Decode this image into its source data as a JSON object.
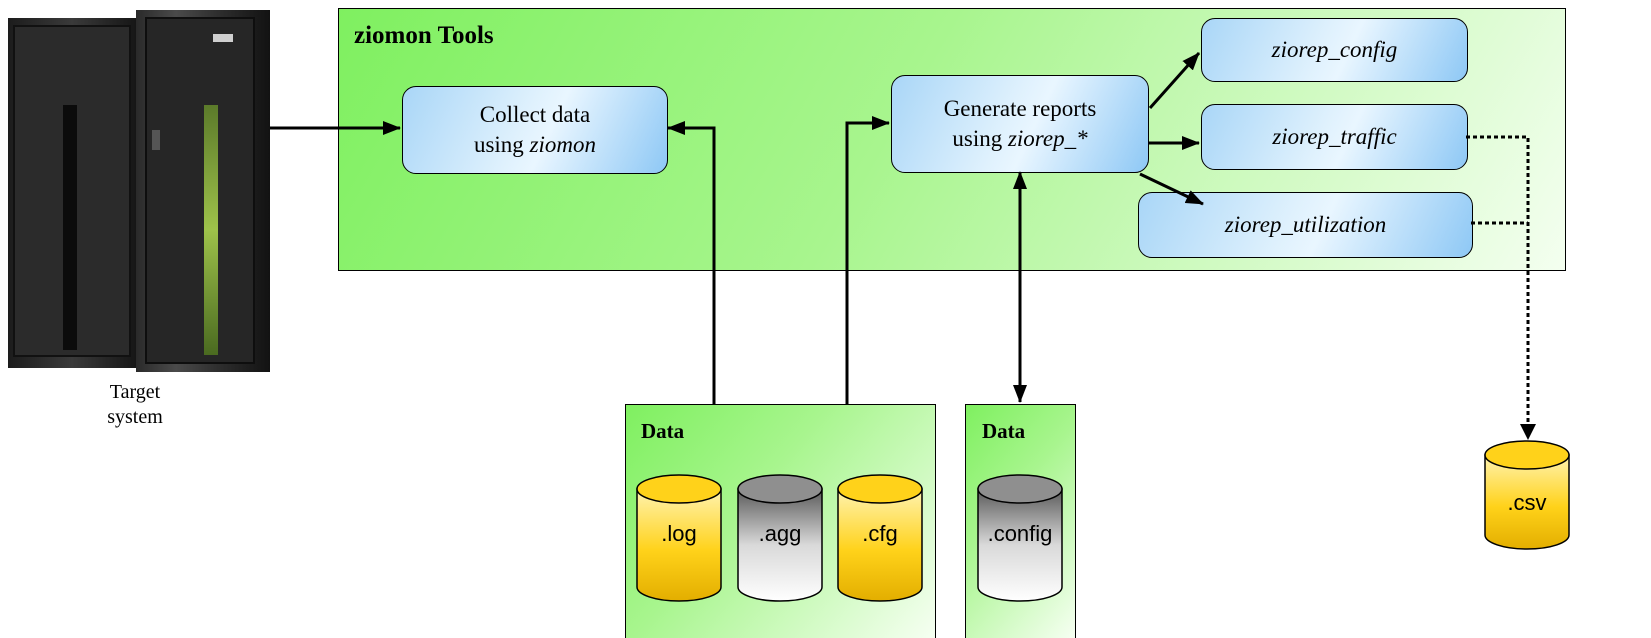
{
  "target": {
    "label_line1": "Target",
    "label_line2": "system"
  },
  "tools_panel": {
    "title": "ziomon Tools"
  },
  "collect_box": {
    "line1": "Collect data",
    "line2_prefix": "using ",
    "line2_italic": "ziomon"
  },
  "generate_box": {
    "line1": "Generate reports",
    "line2_prefix": "using ",
    "line2_italic": "ziorep_*"
  },
  "reports": [
    {
      "label": "ziorep_config"
    },
    {
      "label": "ziorep_traffic"
    },
    {
      "label": "ziorep_utilization"
    }
  ],
  "data_panels": [
    {
      "title": "Data",
      "files": [
        {
          "label": ".log",
          "color": "#ffd21a"
        },
        {
          "label": ".agg",
          "color": "#9a9a9a"
        },
        {
          "label": ".cfg",
          "color": "#ffd21a"
        }
      ]
    },
    {
      "title": "Data",
      "files": [
        {
          "label": ".config",
          "color": "#9a9a9a"
        }
      ]
    }
  ],
  "output": {
    "label": ".csv",
    "color": "#ffd21a"
  },
  "colors": {
    "panel_green": "#7ff060",
    "box_blue": "#a9d6f7",
    "file_yellow": "#ffd21a",
    "file_gray": "#9a9a9a"
  }
}
